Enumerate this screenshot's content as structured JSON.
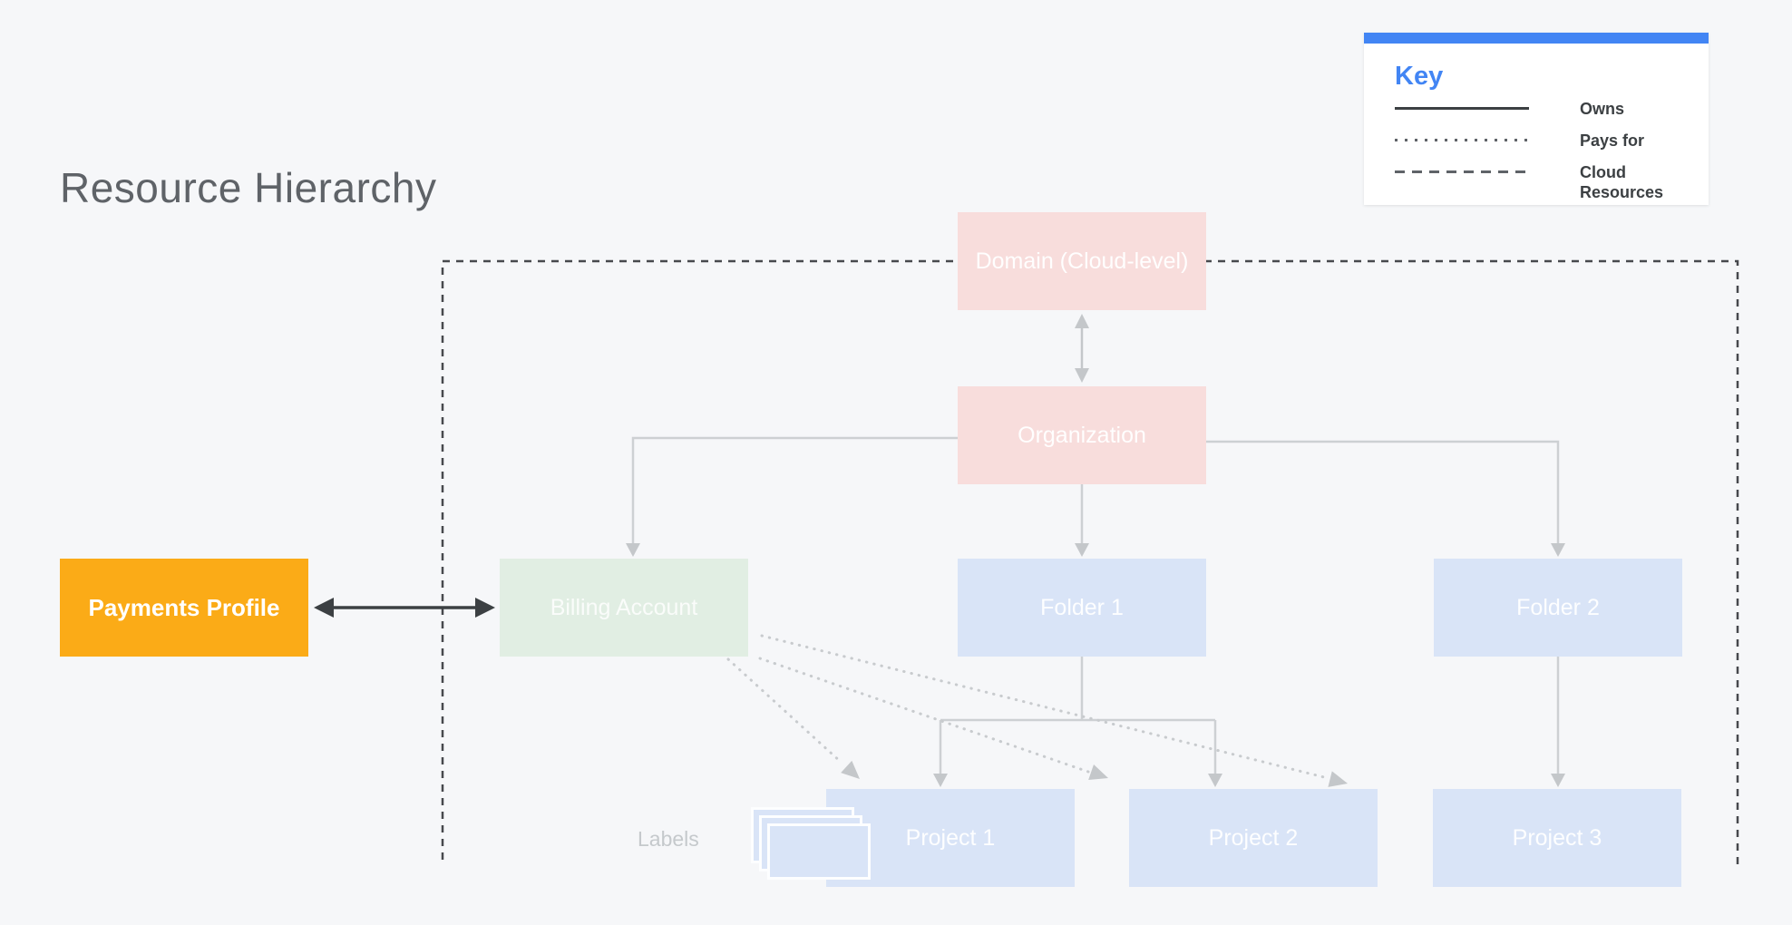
{
  "title": "Resource Hierarchy",
  "legend": {
    "title": "Key",
    "items": [
      {
        "line_style": "solid",
        "label": "Owns"
      },
      {
        "line_style": "dotted",
        "label": "Pays for"
      },
      {
        "line_style": "dashed",
        "label": "Cloud Resources"
      }
    ]
  },
  "nodes": {
    "domain": {
      "label": "Domain (Cloud-level)",
      "color": "#f8dddc"
    },
    "organization": {
      "label": "Organization",
      "color": "#f8dddc"
    },
    "payments_profile": {
      "label": "Payments Profile",
      "color": "#fbab17"
    },
    "billing_account": {
      "label": "Billing Account",
      "color": "#e1eee3"
    },
    "folder_1": {
      "label": "Folder 1",
      "color": "#d9e4f7"
    },
    "folder_2": {
      "label": "Folder 2",
      "color": "#d9e4f7"
    },
    "project_1": {
      "label": "Project 1",
      "color": "#d9e4f7"
    },
    "project_2": {
      "label": "Project 2",
      "color": "#d9e4f7"
    },
    "project_3": {
      "label": "Project 3",
      "color": "#d9e4f7"
    }
  },
  "annotations": {
    "labels_caption": "Labels"
  },
  "edges": [
    {
      "from": "domain",
      "to": "organization",
      "type": "owns",
      "style": "double-arrow"
    },
    {
      "from": "organization",
      "to": "billing_account",
      "type": "owns"
    },
    {
      "from": "organization",
      "to": "folder_1",
      "type": "owns"
    },
    {
      "from": "organization",
      "to": "folder_2",
      "type": "owns"
    },
    {
      "from": "folder_1",
      "to": "project_1",
      "type": "owns"
    },
    {
      "from": "folder_1",
      "to": "project_2",
      "type": "owns"
    },
    {
      "from": "folder_2",
      "to": "project_3",
      "type": "owns"
    },
    {
      "from": "payments_profile",
      "to": "billing_account",
      "type": "linked",
      "style": "double-arrow"
    },
    {
      "from": "billing_account",
      "to": "project_1",
      "type": "pays_for"
    },
    {
      "from": "billing_account",
      "to": "project_2",
      "type": "pays_for"
    },
    {
      "from": "billing_account",
      "to": "project_3",
      "type": "pays_for"
    }
  ],
  "colors": {
    "background": "#f6f7f9",
    "accent_blue": "#4285f4",
    "node_pink": "#f8dddc",
    "node_green": "#e1eee3",
    "node_blue": "#d9e4f7",
    "node_yellow": "#fbab17",
    "connector_gray": "#cdd0d3",
    "arrowhead_gray": "#c4c7ca",
    "dark_line": "#3c4043",
    "boundary_dash": "#47494d",
    "title_gray": "#5f6368"
  }
}
